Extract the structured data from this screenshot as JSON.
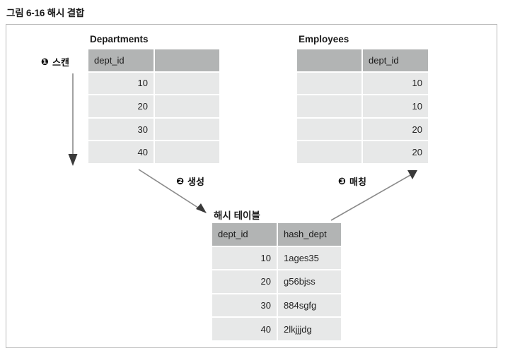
{
  "figure": {
    "caption": "그림 6-16 해시 결합"
  },
  "tables": {
    "departments": {
      "title": "Departments",
      "headers": [
        "dept_id",
        ""
      ],
      "rows": [
        [
          "10",
          ""
        ],
        [
          "20",
          ""
        ],
        [
          "30",
          ""
        ],
        [
          "40",
          ""
        ]
      ]
    },
    "employees": {
      "title": "Employees",
      "headers": [
        "",
        "dept_id"
      ],
      "rows": [
        [
          "",
          "10"
        ],
        [
          "",
          "10"
        ],
        [
          "",
          "20"
        ],
        [
          "",
          "20"
        ]
      ]
    },
    "hash_table": {
      "title": "해시 테이블",
      "headers": [
        "dept_id",
        "hash_dept"
      ],
      "rows": [
        [
          "10",
          "1ages35"
        ],
        [
          "20",
          "g56bjss"
        ],
        [
          "30",
          "884sgfg"
        ],
        [
          "40",
          "2lkjjjdg"
        ]
      ]
    }
  },
  "steps": [
    {
      "num": "❶",
      "label": "스캔"
    },
    {
      "num": "❷",
      "label": "생성"
    },
    {
      "num": "❸",
      "label": "매칭"
    }
  ],
  "colors": {
    "header_fill": "#b2b4b4",
    "row_fill": "#e7e8e8",
    "frame_border": "#b9b9b9",
    "arrow": "#808080",
    "text": "#1a1a1a"
  }
}
